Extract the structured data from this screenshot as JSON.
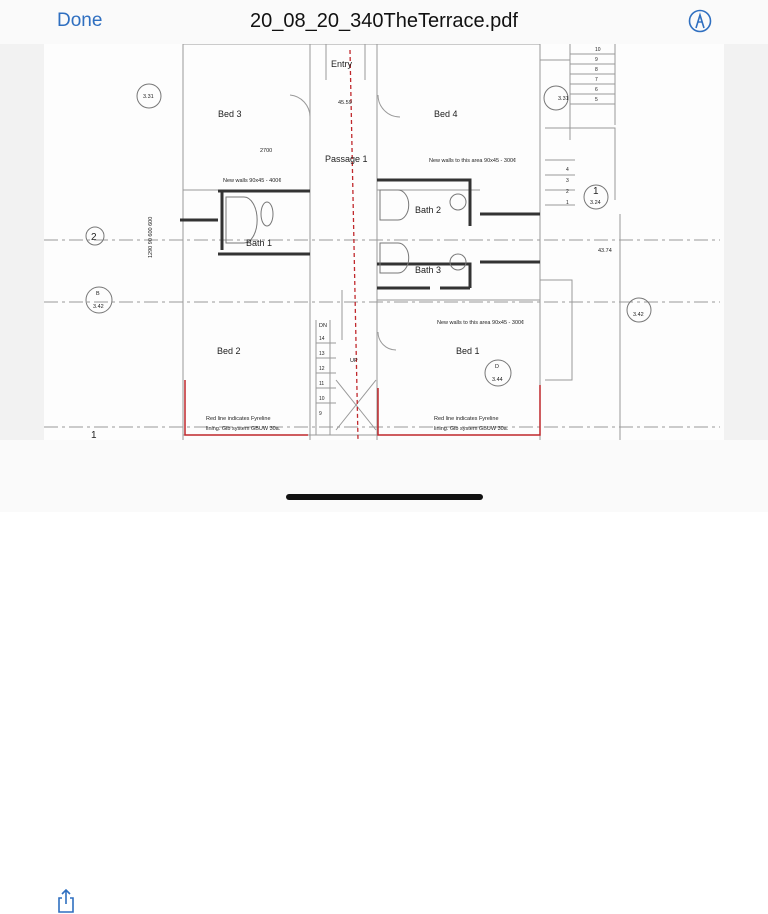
{
  "nav": {
    "done_label": "Done",
    "title": "20_08_20_340TheTerrace.pdf",
    "markup_icon": "markup-pen-icon"
  },
  "plan": {
    "rooms": {
      "bed3": "Bed 3",
      "bed4": "Bed 4",
      "bed2": "Bed 2",
      "bed1": "Bed 1",
      "passage": "Passage 1",
      "entry": "Entry",
      "bath1": "Bath 1",
      "bath2": "Bath 2",
      "bath3": "Bath 3"
    },
    "notes": {
      "walls_400": "New walls 90x45 - 400¢",
      "walls_300_top": "New walls to this area 90x45 - 300¢",
      "walls_300_bottom": "New walls to this area 90x45 - 300¢",
      "fyreline_l1": "Red line indicates Fyreline",
      "fyreline_l2": "lining. Gib system GBUW 30a.",
      "fyreline_r1": "Red line indicates Fyreline",
      "fyreline_r2": "lining. Gib system GBUW 30a."
    },
    "dims": {
      "d2700": "2700",
      "d4559": "45.59",
      "d4374": "43.74",
      "vert": "1290 90 600 600"
    },
    "grid": {
      "g2": "2",
      "g1": "1",
      "g1r": "1"
    },
    "markers": {
      "m331l": "3.31",
      "m331r": "3.31",
      "m342l": "3.42",
      "m342r": "3.42",
      "m344": "3.44",
      "m324": "3.24",
      "b": "B",
      "d": "D"
    },
    "stairs": {
      "up": "UP",
      "dn": "DN",
      "top": [
        "10",
        "9",
        "8",
        "7",
        "6",
        "5"
      ],
      "side": [
        "4",
        "3",
        "2",
        "1"
      ],
      "lower": [
        "14",
        "13",
        "12",
        "11",
        "10",
        "9"
      ]
    }
  },
  "toolbar": {
    "share_icon": "share-icon"
  },
  "colors": {
    "accent": "#2f6fc0",
    "fyreline": "#c0282c"
  }
}
